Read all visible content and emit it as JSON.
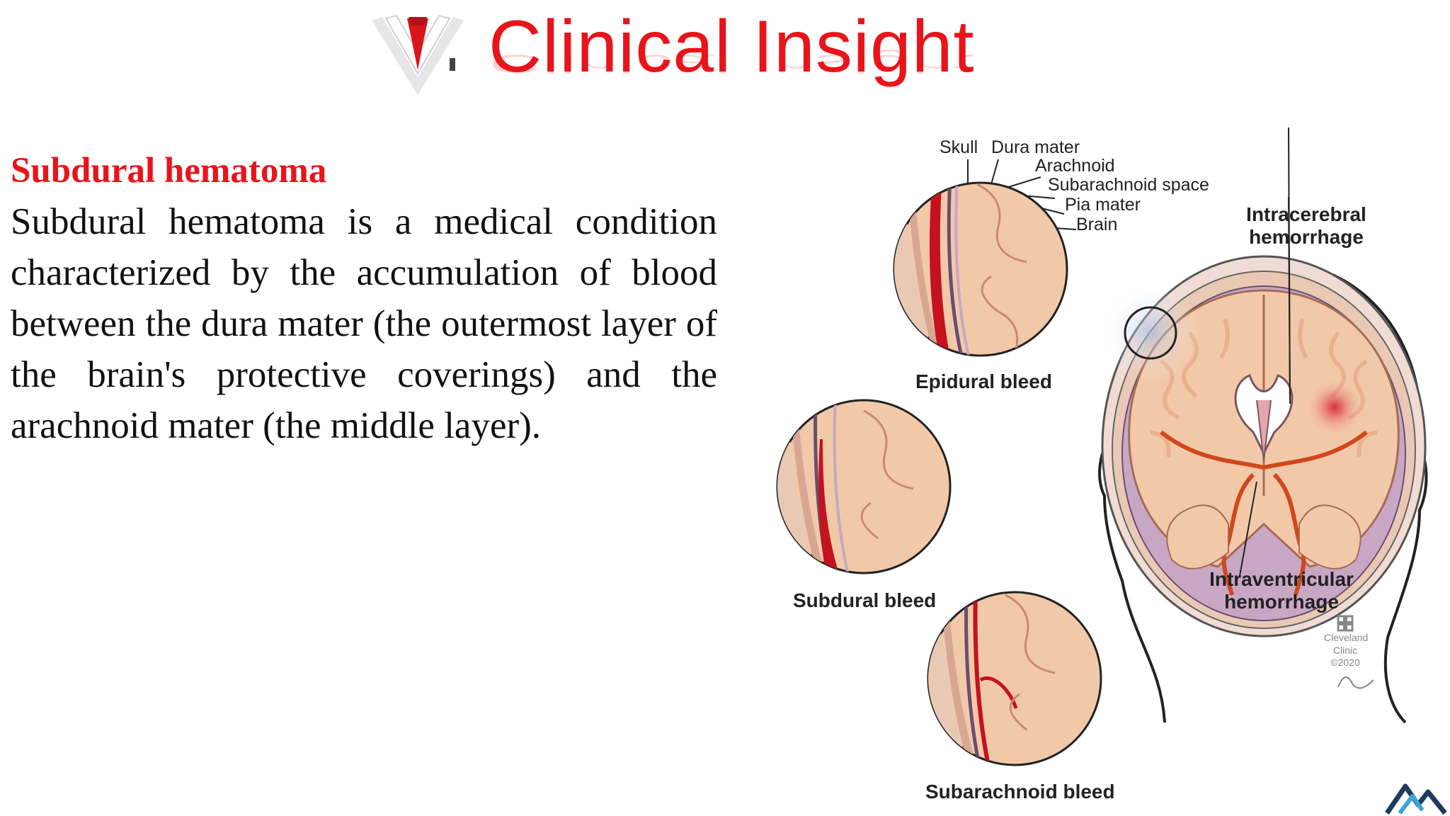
{
  "header": {
    "title": "Clinical Insight"
  },
  "content": {
    "heading": "Subdural hematoma",
    "paragraph": "Subdural hematoma is a medical condition characterized by the accumulation of blood between the dura mater (the outermost layer of the brain's protective coverings) and the arachnoid mater (the middle layer)."
  },
  "illustration": {
    "layer_labels": {
      "skull": "Skull",
      "dura_mater": "Dura mater",
      "arachnoid": "Arachnoid",
      "subarachnoid_space": "Subarachnoid space",
      "pia_mater": "Pia mater",
      "brain": "Brain"
    },
    "bleed_labels": {
      "epidural": "Epidural bleed",
      "subdural": "Subdural bleed",
      "subarachnoid": "Subarachnoid bleed"
    },
    "hemorrhage_labels": {
      "intracerebral_line1": "Intracerebral",
      "intracerebral_line2": "hemorrhage",
      "intraventricular_line1": "Intraventricular",
      "intraventricular_line2": "hemorrhage"
    },
    "credit": {
      "line1": "Cleveland",
      "line2": "Clinic",
      "line3": "©2020"
    }
  },
  "colors": {
    "accent": "#e8141a",
    "blood": "#c4121f",
    "brain": "#f2c9a8",
    "skull": "#e9c9b3"
  }
}
